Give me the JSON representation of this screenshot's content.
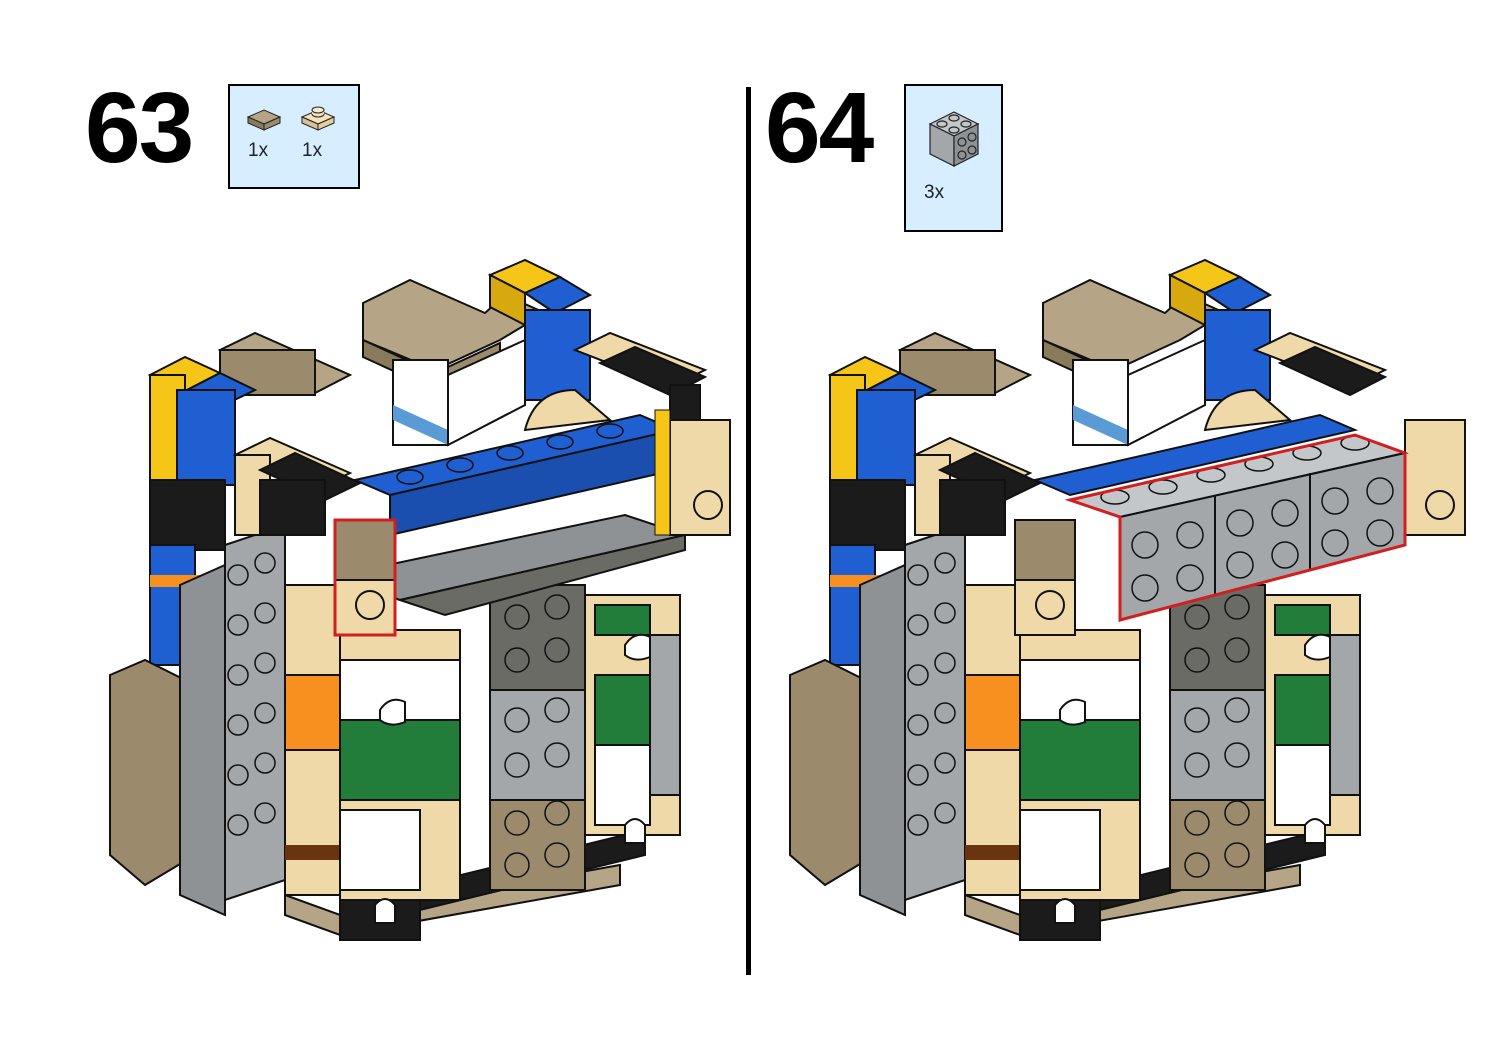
{
  "steps": [
    {
      "number": "63",
      "parts": [
        {
          "qty": "1x",
          "icon": "dark-tan-tile-1x1-icon",
          "color": "#9b8a6c"
        },
        {
          "qty": "1x",
          "icon": "tan-plate-1x1-icon",
          "color": "#efd9a8"
        }
      ]
    },
    {
      "number": "64",
      "parts": [
        {
          "qty": "3x",
          "icon": "gray-brick-2x2-icon",
          "color": "#a3a7aa"
        }
      ]
    }
  ],
  "colors": {
    "parts_box_bg": "#d6eeff",
    "highlight": "#d11f1f",
    "blue": "#1f5fd1",
    "yellow": "#f5c518",
    "tan": "#efd9a8",
    "dark_tan": "#9b8a6c",
    "light_gray": "#a3a7aa",
    "dark_gray": "#6b6b66",
    "green": "#237d3a",
    "orange": "#f7901e",
    "black": "#1b1b1b",
    "white": "#ffffff",
    "light_blue": "#5a9bd6"
  }
}
